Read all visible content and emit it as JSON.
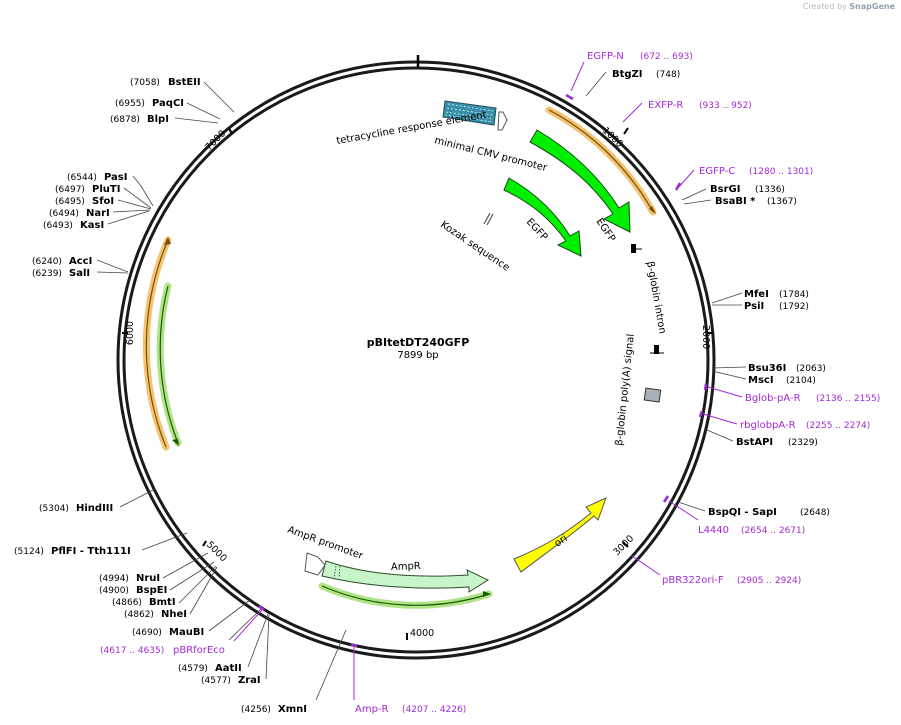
{
  "credit": {
    "prefix": "Created by",
    "brand": "SnapGene"
  },
  "plasmid": {
    "name": "pBItetDT240GFP",
    "length_label": "7899 bp",
    "length": 7899
  },
  "ticks": [
    "1000",
    "2000",
    "3000",
    "4000",
    "5000",
    "6000",
    "7000"
  ],
  "sites": [
    {
      "name": "BstEII",
      "pos": "(7058)"
    },
    {
      "name": "PaqCI",
      "pos": "(6955)"
    },
    {
      "name": "BlpI",
      "pos": "(6878)"
    },
    {
      "name": "PasI",
      "pos": "(6544)"
    },
    {
      "name": "PluTI",
      "pos": "(6497)"
    },
    {
      "name": "SfoI",
      "pos": "(6495)"
    },
    {
      "name": "NarI",
      "pos": "(6494)"
    },
    {
      "name": "KasI",
      "pos": "(6493)"
    },
    {
      "name": "AccI",
      "pos": "(6240)"
    },
    {
      "name": "SalI",
      "pos": "(6239)"
    },
    {
      "name": "HindIII",
      "pos": "(5304)"
    },
    {
      "name": "PflFI  - Tth111I",
      "pos": "(5124)"
    },
    {
      "name": "NruI",
      "pos": "(4994)"
    },
    {
      "name": "BspEI",
      "pos": "(4900)"
    },
    {
      "name": "BmtI",
      "pos": "(4866)"
    },
    {
      "name": "NheI",
      "pos": "(4862)"
    },
    {
      "name": "MauBI",
      "pos": "(4690)"
    },
    {
      "name": "AatII",
      "pos": "(4579)"
    },
    {
      "name": "ZraI",
      "pos": "(4577)"
    },
    {
      "name": "XmnI",
      "pos": "(4256)"
    },
    {
      "name": "BtgZI",
      "pos": "(748)"
    },
    {
      "name": "BsrGI",
      "pos": "(1336)"
    },
    {
      "name": "BsaBI *",
      "pos": "(1367)"
    },
    {
      "name": "MfeI",
      "pos": "(1784)"
    },
    {
      "name": "PsiI",
      "pos": "(1792)"
    },
    {
      "name": "Bsu36I",
      "pos": "(2063)"
    },
    {
      "name": "MscI",
      "pos": "(2104)"
    },
    {
      "name": "BstAPI",
      "pos": "(2329)"
    },
    {
      "name": "BspQI  - SapI",
      "pos": "(2648)"
    }
  ],
  "primers": [
    {
      "name": "EGFP-N",
      "pos": "(672 .. 693)"
    },
    {
      "name": "EXFP-R",
      "pos": "(933 .. 952)"
    },
    {
      "name": "EGFP-C",
      "pos": "(1280 .. 1301)"
    },
    {
      "name": "Bglob-pA-R",
      "pos": "(2136 .. 2155)"
    },
    {
      "name": "rbglobpA-R",
      "pos": "(2255 .. 2274)"
    },
    {
      "name": "L4440",
      "pos": "(2654 .. 2671)"
    },
    {
      "name": "pBR322ori-F",
      "pos": "(2905 .. 2924)"
    },
    {
      "name": "Amp-R",
      "pos": "(4207 .. 4226)"
    },
    {
      "name": "pBRforEco",
      "pos": "(4617 .. 4635)"
    }
  ],
  "features": [
    {
      "name": "tetracycline response element"
    },
    {
      "name": "minimal CMV promoter"
    },
    {
      "name": "Kozak sequence"
    },
    {
      "name": "EGFP"
    },
    {
      "name": "EGFP"
    },
    {
      "name": "β-globin intron"
    },
    {
      "name": "β-globin poly(A) signal"
    },
    {
      "name": "ori"
    },
    {
      "name": "AmpR"
    },
    {
      "name": "AmpR promoter"
    }
  ],
  "colors": {
    "primer": "#a329d6",
    "egfp": "#00ee00",
    "ori": "#ffff00",
    "ampr": "#c8f5c8",
    "tre": "#3a8fa8",
    "primer_bind": "#f0b95a",
    "primer_bind_green": "#7ec850"
  }
}
